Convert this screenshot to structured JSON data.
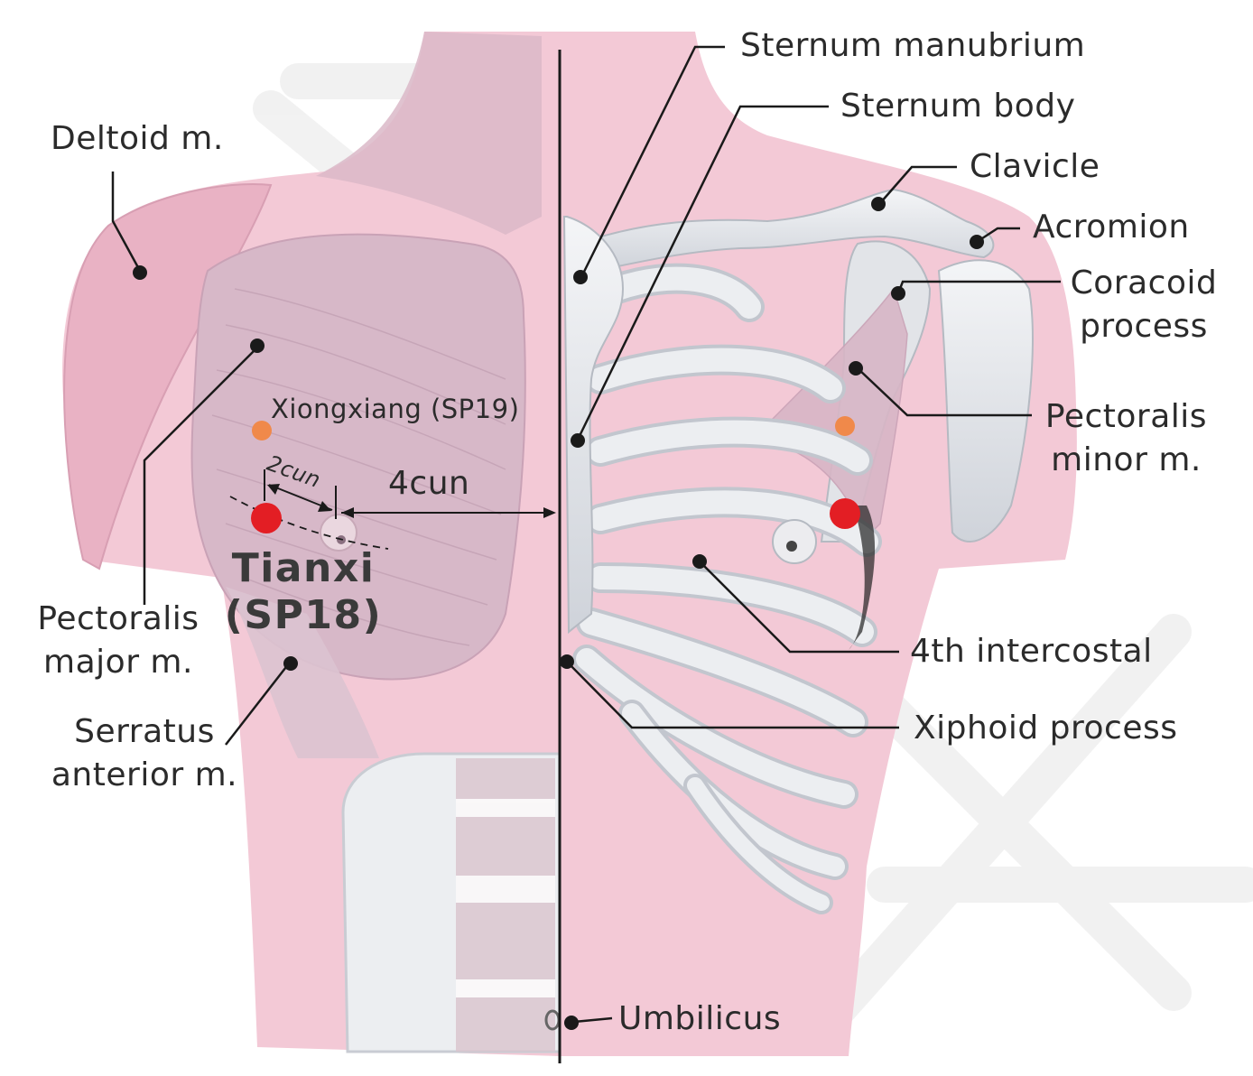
{
  "colors": {
    "skin": "#f3c9d6",
    "skin_dark": "#e9aec2",
    "muscle": "#d8bac9",
    "bone": "#e9ebee",
    "bone_shade": "#c8ccd3",
    "line": "#1a1a1a",
    "acupoint_main": "#e31e24",
    "acupoint_secondary": "#f0894a"
  },
  "labels": {
    "deltoid": "Deltoid m.",
    "pectoralis_major": [
      "Pectoralis",
      "major m."
    ],
    "serratus_anterior": [
      "Serratus",
      "anterior m."
    ],
    "sternum_manubrium": "Sternum manubrium",
    "sternum_body": "Sternum body",
    "clavicle": "Clavicle",
    "acromion": "Acromion",
    "coracoid_process": [
      "Coracoid",
      "process"
    ],
    "pectoralis_minor": [
      "Pectoralis",
      "minor m."
    ],
    "fourth_intercostal": "4th intercostal",
    "xiphoid_process": "Xiphoid process",
    "umbilicus": "Umbilicus"
  },
  "acupoints": {
    "tianxi": [
      "Tianxi",
      "(SP18)"
    ],
    "xiongxiang": "Xiongxiang (SP19)"
  },
  "measurements": {
    "two_cun": "2cun",
    "four_cun": "4cun"
  }
}
